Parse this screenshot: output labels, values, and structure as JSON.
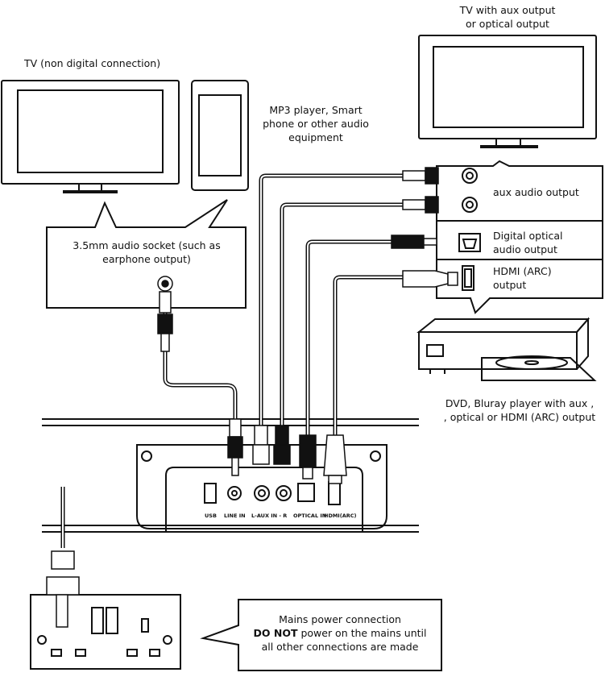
{
  "labels": {
    "tv_aux": [
      "TV with aux output",
      "or optical output"
    ],
    "tv_non_digital": "TV (non digital   connection)",
    "mp3": [
      "MP3 player, Smart",
      "phone or  other audio",
      "equipment"
    ],
    "socket": [
      "3.5mm audio socket (such as",
      "earphone output)"
    ],
    "aux_audio_output": "aux audio output",
    "digital_optical": [
      "Digital optical",
      "audio output"
    ],
    "hdmi_output": [
      "HDMI (ARC)",
      "output"
    ],
    "dvd": [
      "DVD, Bluray player with  aux ,",
      ", optical or HDMI (ARC) output"
    ],
    "mains_line1": "Mains power connection",
    "mains_bold": "DO NOT",
    "mains_rest": " power on the mains until",
    "mains_line3": "all other connections are made"
  },
  "ports": {
    "usb": "USB",
    "line_in": "LINE IN",
    "aux_in": "L-AUX IN - R",
    "optical_in": "OPTICAL IN",
    "hdmi_arc": "HDMI(ARC)"
  }
}
